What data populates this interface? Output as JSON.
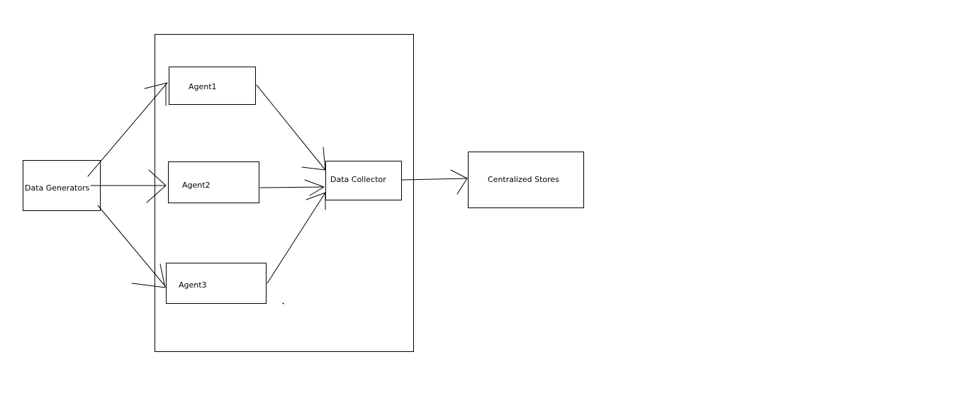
{
  "diagram": {
    "nodes": {
      "data_generators": "Data Generators",
      "agent1": "Agent1",
      "agent2": "Agent2",
      "agent3": "Agent3",
      "data_collector": "Data Collector",
      "centralized_stores": "Centralized Stores"
    }
  },
  "colors": {
    "stroke": "#000000",
    "background": "#ffffff"
  }
}
